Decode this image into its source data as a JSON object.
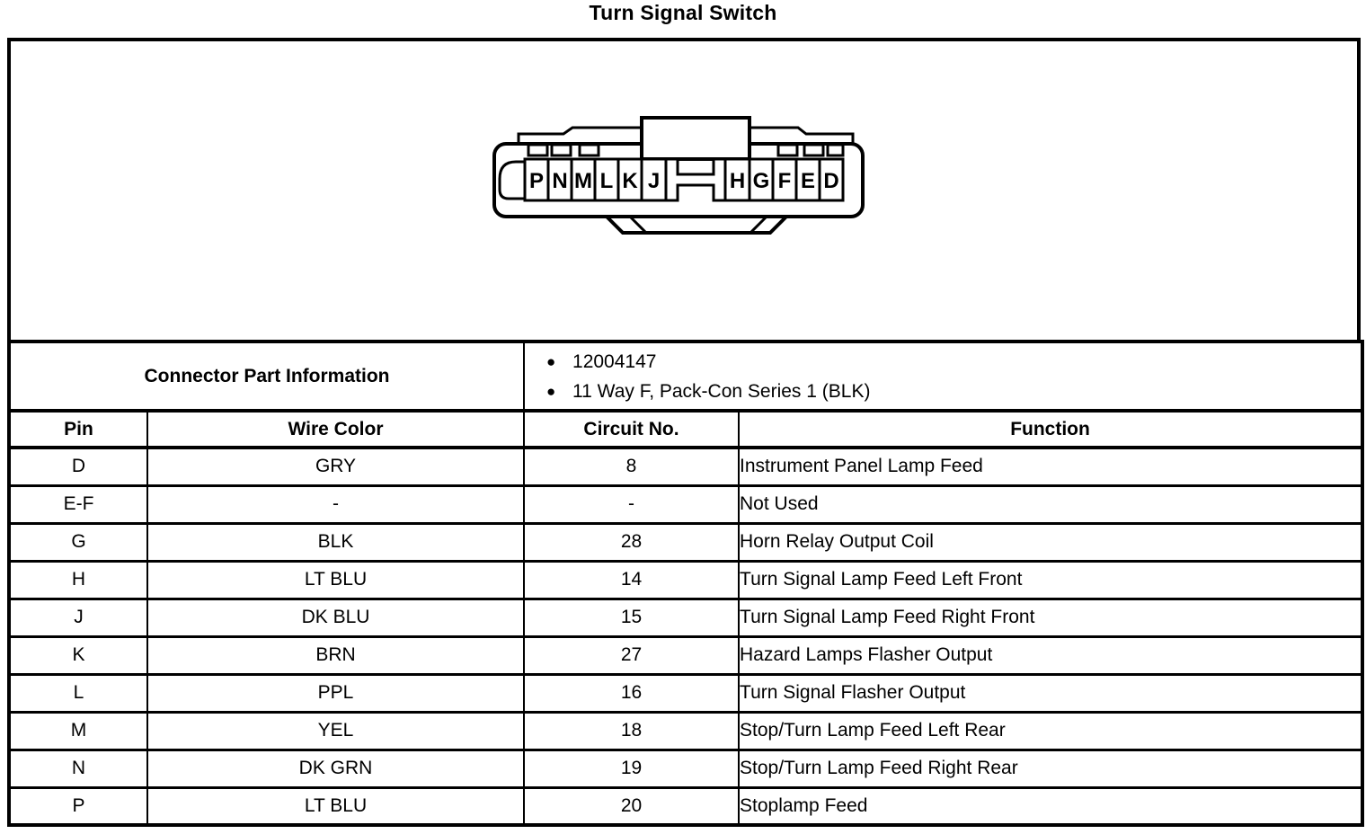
{
  "title": "Turn Signal Switch",
  "connector": {
    "pins_left": [
      "P",
      "N",
      "M",
      "L",
      "K",
      "J"
    ],
    "pins_right": [
      "H",
      "G",
      "F",
      "E",
      "D"
    ]
  },
  "part_info": {
    "label": "Connector Part Information",
    "items": [
      "12004147",
      "11 Way F, Pack-Con Series 1 (BLK)"
    ]
  },
  "table": {
    "headers": {
      "pin": "Pin",
      "wire_color": "Wire Color",
      "circuit_no": "Circuit No.",
      "function": "Function"
    },
    "rows": [
      {
        "pin": "D",
        "wire_color": "GRY",
        "circuit_no": "8",
        "function": "Instrument Panel Lamp Feed"
      },
      {
        "pin": "E-F",
        "wire_color": "-",
        "circuit_no": "-",
        "function": "Not Used"
      },
      {
        "pin": "G",
        "wire_color": "BLK",
        "circuit_no": "28",
        "function": "Horn Relay Output Coil"
      },
      {
        "pin": "H",
        "wire_color": "LT BLU",
        "circuit_no": "14",
        "function": "Turn Signal Lamp Feed Left Front"
      },
      {
        "pin": "J",
        "wire_color": "DK BLU",
        "circuit_no": "15",
        "function": "Turn Signal Lamp Feed Right Front"
      },
      {
        "pin": "K",
        "wire_color": "BRN",
        "circuit_no": "27",
        "function": "Hazard Lamps Flasher Output"
      },
      {
        "pin": "L",
        "wire_color": "PPL",
        "circuit_no": "16",
        "function": "Turn Signal Flasher Output"
      },
      {
        "pin": "M",
        "wire_color": "YEL",
        "circuit_no": "18",
        "function": "Stop/Turn Lamp Feed Left Rear"
      },
      {
        "pin": "N",
        "wire_color": "DK GRN",
        "circuit_no": "19",
        "function": "Stop/Turn Lamp Feed Right Rear"
      },
      {
        "pin": "P",
        "wire_color": "LT BLU",
        "circuit_no": "20",
        "function": "Stoplamp Feed"
      }
    ]
  },
  "icons": {
    "bullet": "●"
  },
  "colors": {
    "ink": "#000000",
    "paper": "#ffffff"
  }
}
